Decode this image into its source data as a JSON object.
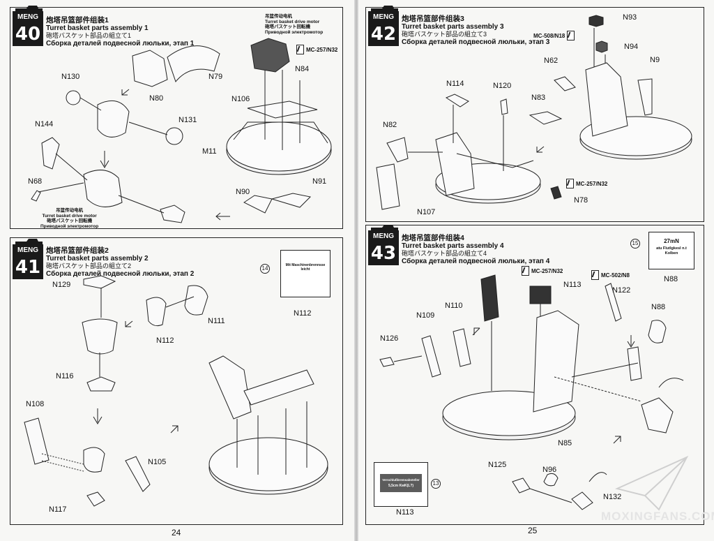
{
  "steps": {
    "s40": {
      "brand": "MENG",
      "number": "40",
      "cn": "炮塔吊篮部件组装1",
      "en": "Turret basket parts assembly 1",
      "jp": "砲塔バスケット部品の組立て1",
      "ru": "Сборка деталей подвесной люльки, этап 1",
      "motor_callout_top": {
        "cn": "吊篮传动电机",
        "en": "Turret basket drive motor",
        "jp": "砲塔バスケット回転機",
        "ru": "Приводной электромотор"
      },
      "motor_callout_bottom": {
        "cn": "吊篮传动电机",
        "en": "Turret basket drive motor",
        "jp": "砲塔バスケット回転機",
        "ru": "Приводной электромотор"
      },
      "paint": "MC-257/N32",
      "labels": [
        "N79",
        "N80",
        "N130",
        "N131",
        "N144",
        "N68",
        "N106",
        "N84",
        "M11",
        "N90",
        "N91"
      ]
    },
    "s41": {
      "brand": "MENG",
      "number": "41",
      "cn": "炮塔吊篮部件组装2",
      "en": "Turret basket parts assembly 2",
      "jp": "砲塔バスケット部品の組立て2",
      "ru": "Сборка деталей подвесной люльки, этап 2",
      "decal_num": "14",
      "decal_text": "Mit Maschinenbrennsse leicht",
      "labels": [
        "N129",
        "N112",
        "N111",
        "N116",
        "N108",
        "N105",
        "N117",
        "N112"
      ]
    },
    "s42": {
      "brand": "MENG",
      "number": "42",
      "cn": "炮塔吊篮部件组装3",
      "en": "Turret basket parts assembly 3",
      "jp": "砲塔バスケット部品の組立て3",
      "ru": "Сборка деталей подвесной люльки, этап 3",
      "paint_a": "MC-508/N18",
      "paint_b": "MC-257/N32",
      "labels": [
        "N93",
        "N94",
        "N62",
        "N9",
        "N114",
        "N120",
        "N83",
        "N82",
        "N107",
        "N78"
      ]
    },
    "s43": {
      "brand": "MENG",
      "number": "43",
      "cn": "炮塔吊篮部件组装4",
      "en": "Turret basket parts assembly 4",
      "jp": "砲塔バスケット部品の組立て4",
      "ru": "Сборка деталей подвесной люльки, этап 4",
      "paint_a": "MC-257/N32",
      "paint_b": "MC-502/N8",
      "decal15_num": "15",
      "decal15_line1": "27mN",
      "decal15_line2": "atu Flutlgkesl n.t",
      "decal15_line3": "Kolben",
      "decal13_num": "13",
      "decal13_line1": "Verschlußbremsabsteller",
      "decal13_line2": "5,5cm KwK(L?)",
      "labels": [
        "N113",
        "N122",
        "N110",
        "N109",
        "N88",
        "N126",
        "N85",
        "N125",
        "N96",
        "N132",
        "N113",
        "N88"
      ]
    }
  },
  "pages": {
    "left": "24",
    "right": "25"
  },
  "watermark": "MOXINGFANS.COM"
}
